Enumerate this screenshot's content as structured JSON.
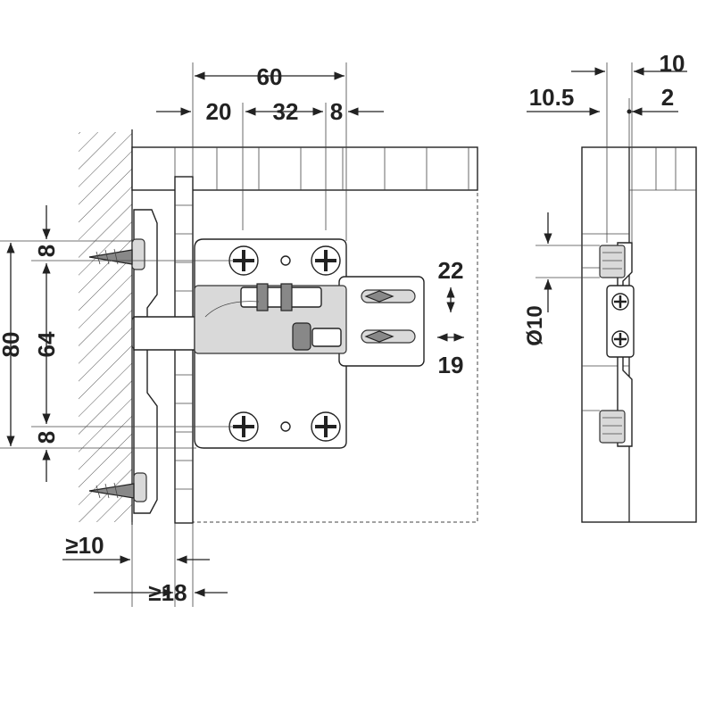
{
  "dimensions": {
    "top_overall": "60",
    "top_left": "20",
    "top_mid": "32",
    "top_right": "8",
    "left_overall": "80",
    "left_mid": "64",
    "left_top": "8",
    "left_bottom": "8",
    "adjust_vertical": "22",
    "adjust_lateral": "19",
    "bottom_side_panel": "≥10",
    "bottom_front_panel": "≥18",
    "side_top_wide": "10",
    "side_top_left": "10.5",
    "side_top_small": "2",
    "side_diameter": "Ø10"
  },
  "colors": {
    "line": "#222222",
    "fill_part": "#ffffff",
    "fill_grey": "#d9d9d9"
  }
}
